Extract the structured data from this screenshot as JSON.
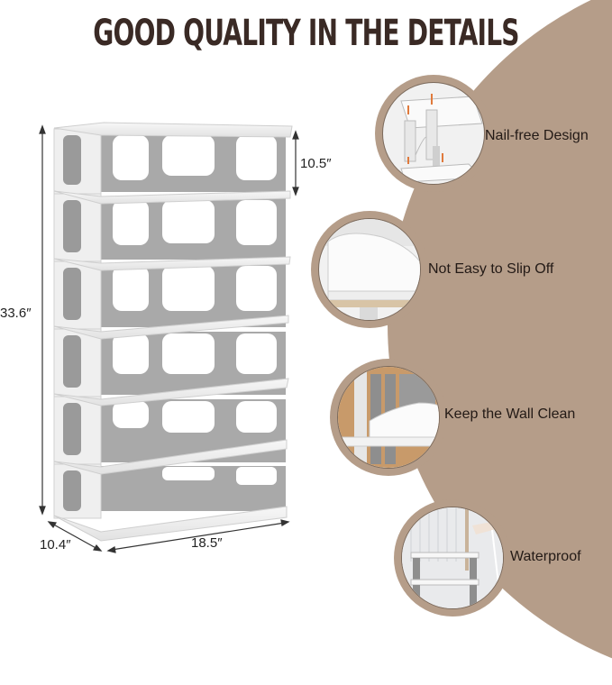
{
  "title": "GOOD QUALITY IN THE DETAILS",
  "colors": {
    "accent_tan": "#b59d89",
    "title_brown": "#3a2a25",
    "shelf_white": "#eeeeee",
    "frame_gray": "#a6a6a6"
  },
  "product": {
    "name": "6-tier shoe rack",
    "tiers": 6,
    "dimensions": {
      "height": "33.6″",
      "tier_height": "10.5″",
      "depth": "10.4″",
      "width": "18.5″"
    }
  },
  "features": [
    {
      "label": "Nail-free Design",
      "icon": "assembly-arrows-icon"
    },
    {
      "label": "Not Easy to Slip Off",
      "icon": "sneaker-icon"
    },
    {
      "label": "Keep the Wall Clean",
      "icon": "sneaker-wall-icon"
    },
    {
      "label": "Waterproof",
      "icon": "shower-rack-icon"
    }
  ]
}
